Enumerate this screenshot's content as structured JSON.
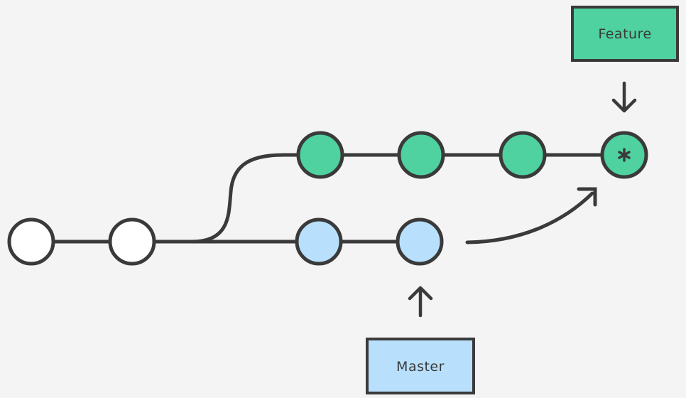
{
  "labels": {
    "feature": "Feature",
    "master": "Master"
  },
  "colors": {
    "background": "#f4f4f4",
    "stroke": "#3a3a3a",
    "feature_green": "#4fd1a0",
    "master_blue": "#b8e0fc",
    "base_white": "#ffffff"
  },
  "commits": {
    "base": 2,
    "master": 2,
    "feature": 3,
    "feature_merge_commit": 1
  },
  "icons": {
    "merge_marker": "asterisk-icon",
    "pointer": "arrow-icon"
  }
}
